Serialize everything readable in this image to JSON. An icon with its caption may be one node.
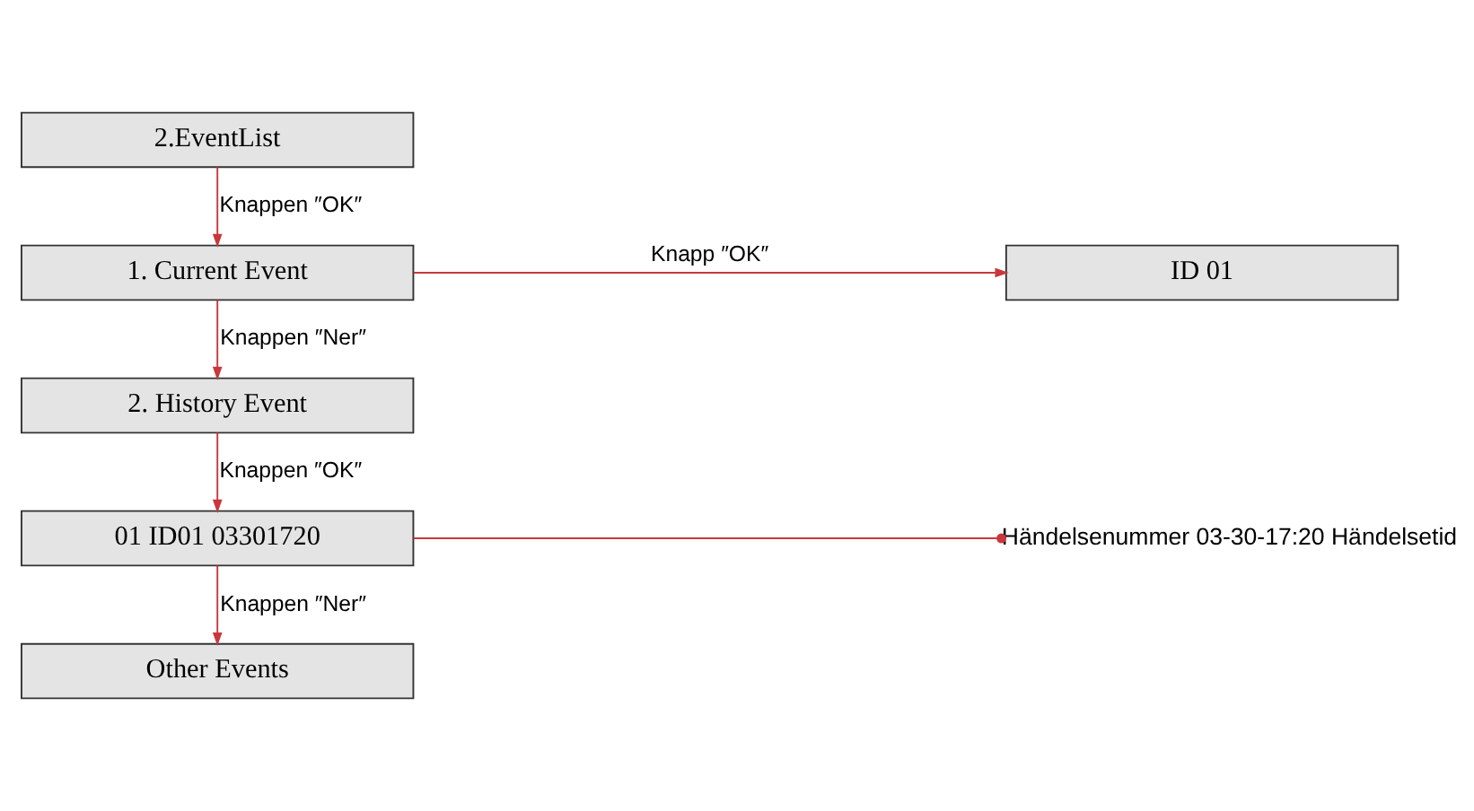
{
  "diagram": {
    "nodes": [
      {
        "text": [
          "2.EventList"
        ]
      },
      {
        "text": [
          "1. Current Event"
        ]
      },
      {
        "text": [
          "ID 01"
        ]
      },
      {
        "text": [
          "2. History Event"
        ]
      },
      {
        "text": [
          "01 ID01 03301720"
        ]
      },
      {
        "text": [
          "Other Events"
        ]
      },
      {
        "text": [
          "Händelsenummer 03-30-17:20 Händelsetid"
        ]
      }
    ],
    "edges": [
      {
        "from": 0,
        "to": 1,
        "arrow": "to",
        "label": "Knappen ″OK″"
      },
      {
        "from": 1,
        "to": 2,
        "arrow": "to",
        "label": "Knapp ″OK″"
      },
      {
        "from": 1,
        "to": 3,
        "arrow": "to",
        "label": "Knappen ″Ner″"
      },
      {
        "from": 3,
        "to": 4,
        "arrow": "to",
        "label": "Knappen ″OK″"
      },
      {
        "from": 4,
        "to": 6,
        "arrow": "other"
      },
      {
        "from": 4,
        "to": 5,
        "arrow": "to",
        "label": "Knappen ″Ner″"
      }
    ]
  }
}
